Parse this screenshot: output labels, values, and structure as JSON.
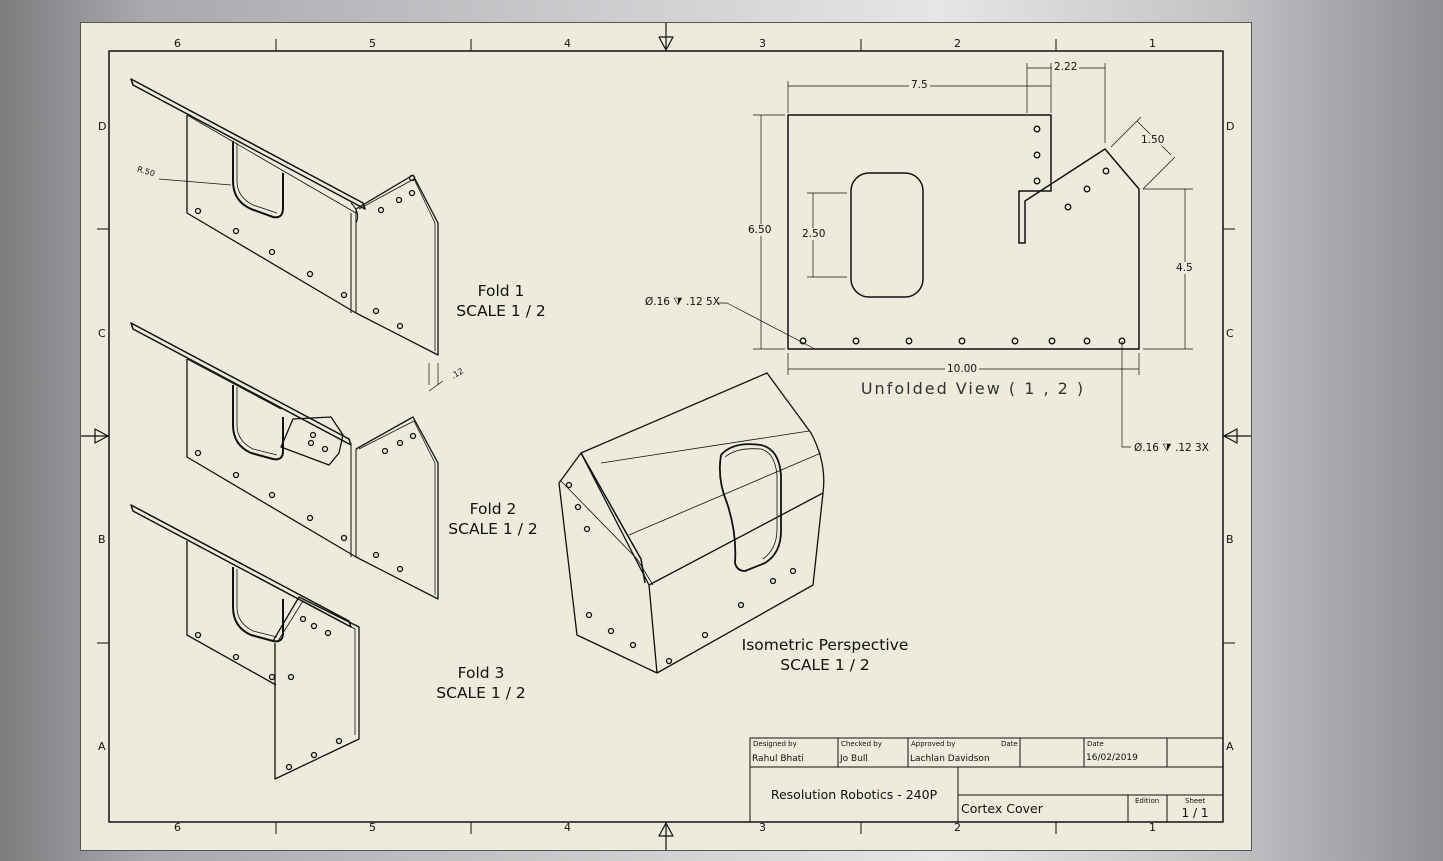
{
  "zones": {
    "columns": [
      "6",
      "5",
      "4",
      "3",
      "2",
      "1"
    ],
    "rows": [
      "D",
      "C",
      "B",
      "A"
    ]
  },
  "views": {
    "fold1": {
      "title": "Fold 1",
      "scale": "SCALE 1 / 2"
    },
    "fold2": {
      "title": "Fold 2",
      "scale": "SCALE 1 / 2"
    },
    "fold3": {
      "title": "Fold 3",
      "scale": "SCALE 1 / 2"
    },
    "iso": {
      "title": "Isometric Perspective",
      "scale": "SCALE 1 / 2"
    },
    "unfolded": {
      "title": "Unfolded View ( 1 , 2 )"
    }
  },
  "dimensions": {
    "bend_radius": "R.50",
    "thickness": ".12",
    "width_7_5": "7.5",
    "width_2_22": "2.22",
    "chamfer_1_50": "1.50",
    "height_6_50": "6.50",
    "cutout_2_50": "2.50",
    "height_4_5": "4.5",
    "length_10_00": "10.00",
    "hole_note_5x": "Ø.16 ⧩ .12 5X",
    "hole_note_3x": "Ø.16 ⧩ .12 3X"
  },
  "title_block": {
    "designed_by_label": "Designed by",
    "designed_by": "Rahul Bhati",
    "checked_by_label": "Checked by",
    "checked_by": "Jo Bull",
    "approved_by_label": "Approved by",
    "approved_by": "Lachlan Davidson",
    "date_label_1": "Date",
    "date_label_2": "Date",
    "date": "16/02/2019",
    "company": "Resolution Robotics - 240P",
    "part_name": "Cortex Cover",
    "edition_label": "Edition",
    "sheet_label": "Sheet",
    "sheet": "1 / 1"
  },
  "colors": {
    "paper": "#ecebdc",
    "line": "#111111"
  }
}
